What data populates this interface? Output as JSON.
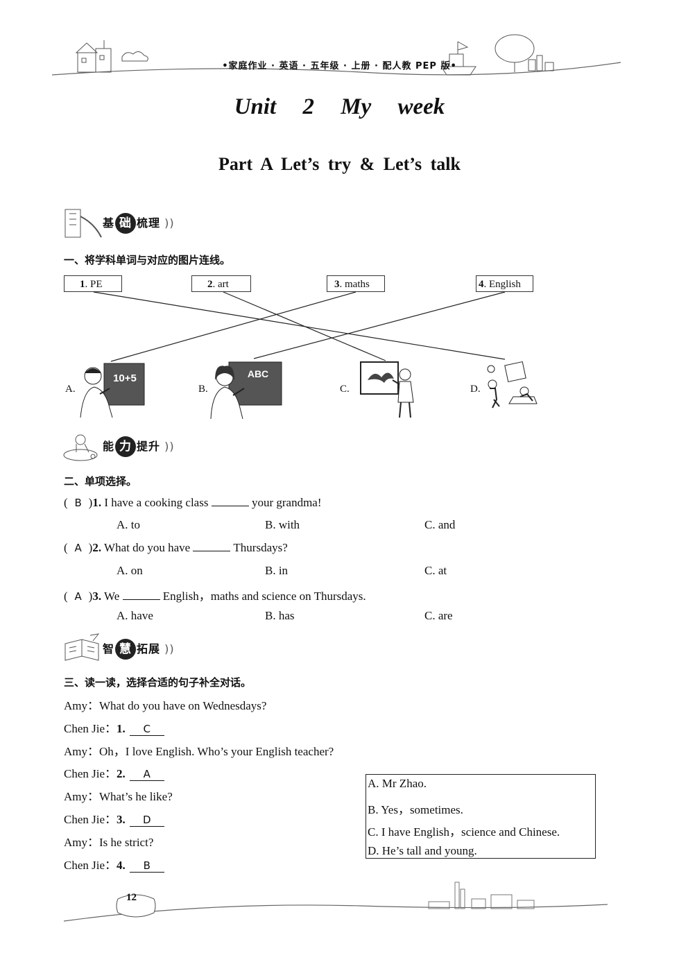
{
  "header": {
    "text": "•家庭作业 · 英语 · 五年级 · 上册 · 配人教 PEP 版•"
  },
  "unit_title": "Unit 2    My week",
  "part_title": "Part A   Let’s try & Let’s talk",
  "sections": {
    "s1": {
      "badge_pre": "基",
      "badge_circle": "础",
      "badge_post": "梳理",
      "instruction": "一、将学科单词与对应的图片连线。"
    },
    "s2": {
      "badge_pre": "能",
      "badge_circle": "力",
      "badge_post": "提升",
      "instruction": "二、单项选择。"
    },
    "s3": {
      "badge_pre": "智",
      "badge_circle": "慧",
      "badge_post": "拓展",
      "instruction": "三、读一读，选择合适的句子补全对话。"
    }
  },
  "matching": {
    "words": [
      {
        "num": "1",
        "text": ". PE"
      },
      {
        "num": "2",
        "text": ". art"
      },
      {
        "num": "3",
        "text": ". maths"
      },
      {
        "num": "4",
        "text": ". English"
      }
    ],
    "pictures": [
      {
        "label": "A.",
        "board": "10+5"
      },
      {
        "label": "B.",
        "board": "ABC"
      },
      {
        "label": "C."
      },
      {
        "label": "D."
      }
    ]
  },
  "mcq": [
    {
      "answer": "B",
      "num": "1.",
      "pre": "I have a cooking class",
      "post": "your grandma!",
      "options": [
        "A. to",
        "B. with",
        "C. and"
      ]
    },
    {
      "answer": "A",
      "num": "2.",
      "pre": "What do you have",
      "post": "Thursdays?",
      "options": [
        "A. on",
        "B. in",
        "C. at"
      ]
    },
    {
      "answer": "A",
      "num": "3.",
      "pre": "We",
      "post": "English，maths and science on Thursdays.",
      "options": [
        "A. have",
        "B. has",
        "C. are"
      ]
    }
  ],
  "dialogue": [
    {
      "speaker": "Amy：",
      "text": "What do you have on Wednesdays?"
    },
    {
      "speaker": "Chen Jie：",
      "num": "1.",
      "answer": "C"
    },
    {
      "speaker": "Amy：",
      "text": "Oh，I love English. Who’s your English teacher?"
    },
    {
      "speaker": "Chen Jie：",
      "num": "2.",
      "answer": "A"
    },
    {
      "speaker": "Amy：",
      "text": "What’s he like?"
    },
    {
      "speaker": "Chen Jie：",
      "num": "3.",
      "answer": "D"
    },
    {
      "speaker": "Amy：",
      "text": "Is he strict?"
    },
    {
      "speaker": "Chen Jie：",
      "num": "4.",
      "answer": "B"
    }
  ],
  "choices": [
    "A. Mr Zhao.",
    "B. Yes，sometimes.",
    "C. I have English，science and Chinese.",
    "D. He’s tall and young."
  ],
  "page_number": "12"
}
